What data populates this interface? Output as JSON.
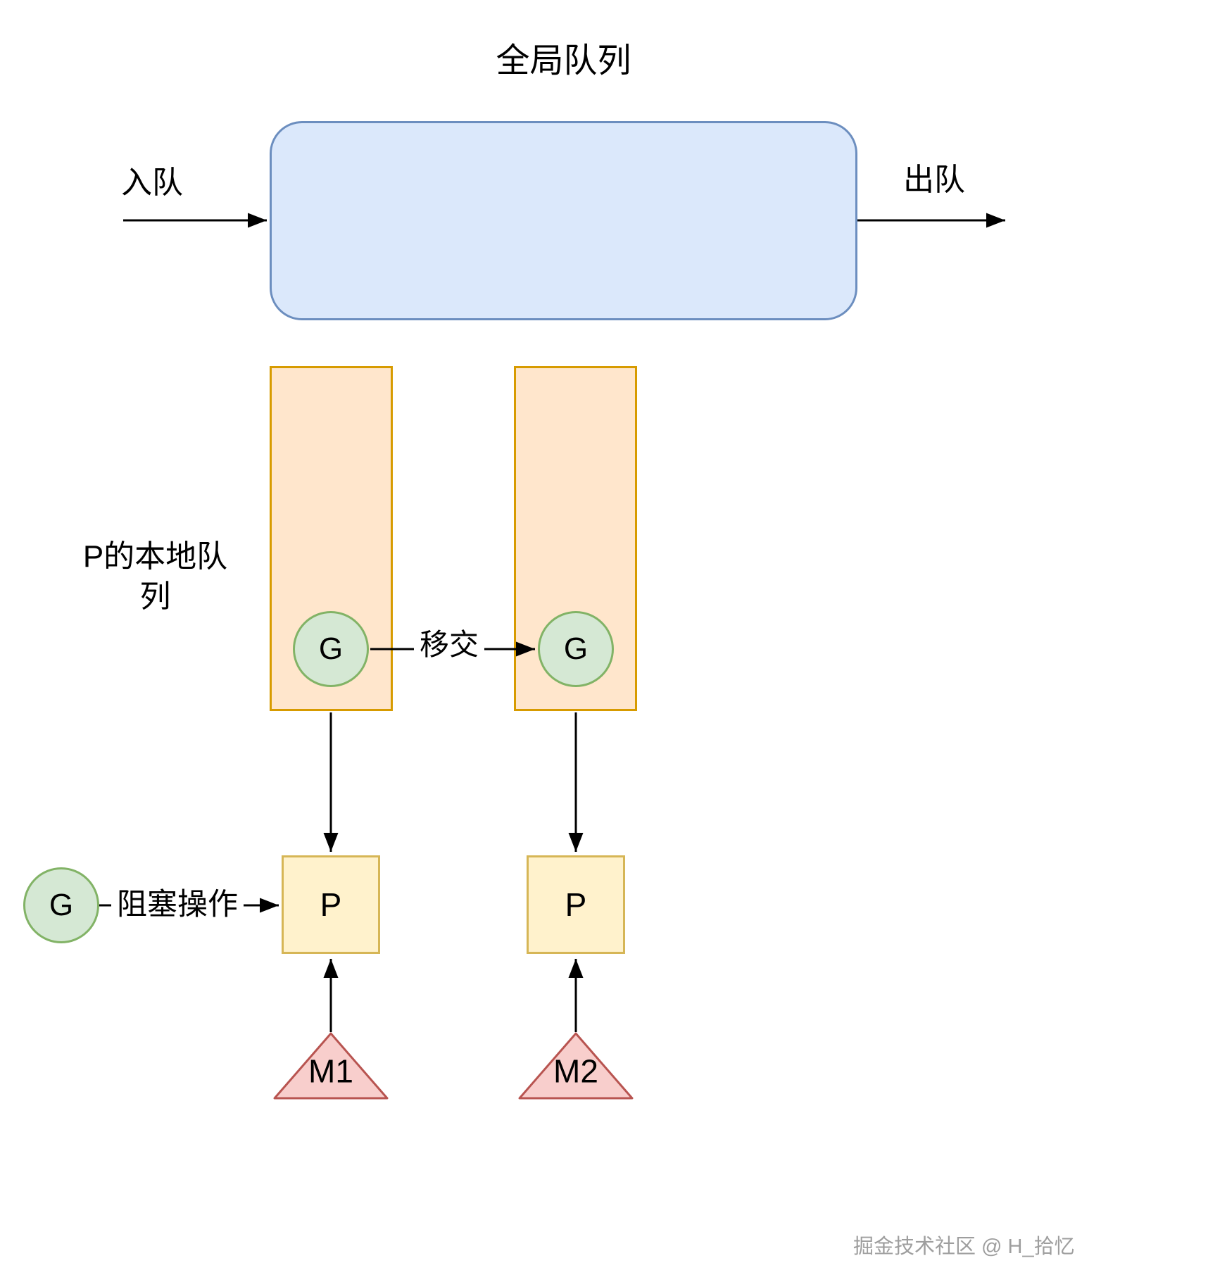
{
  "diagram": {
    "title": "全局队列",
    "enqueue_label": "入队",
    "dequeue_label": "出队",
    "local_queue_label": "P的本地队\n列",
    "handover_label": "移交",
    "blocking_label": "阻塞操作",
    "g1": "G",
    "g2": "G",
    "blocked_g": "G",
    "p1": "P",
    "p2": "P",
    "m1": "M1",
    "m2": "M2",
    "watermark": "掘金技术社区 @ H_拾忆"
  },
  "colors": {
    "global_queue_fill": "#dbe8fb",
    "global_queue_border": "#6c8ebf",
    "local_queue_fill": "#ffe6cc",
    "local_queue_border": "#d79b00",
    "goroutine_fill": "#d5e8d4",
    "goroutine_border": "#82b366",
    "processor_fill": "#fff2cc",
    "processor_border": "#d6b656",
    "machine_fill": "#f8cecc",
    "machine_border": "#b85450",
    "arrow_color": "#000000",
    "watermark_color": "#9e9e9e"
  }
}
